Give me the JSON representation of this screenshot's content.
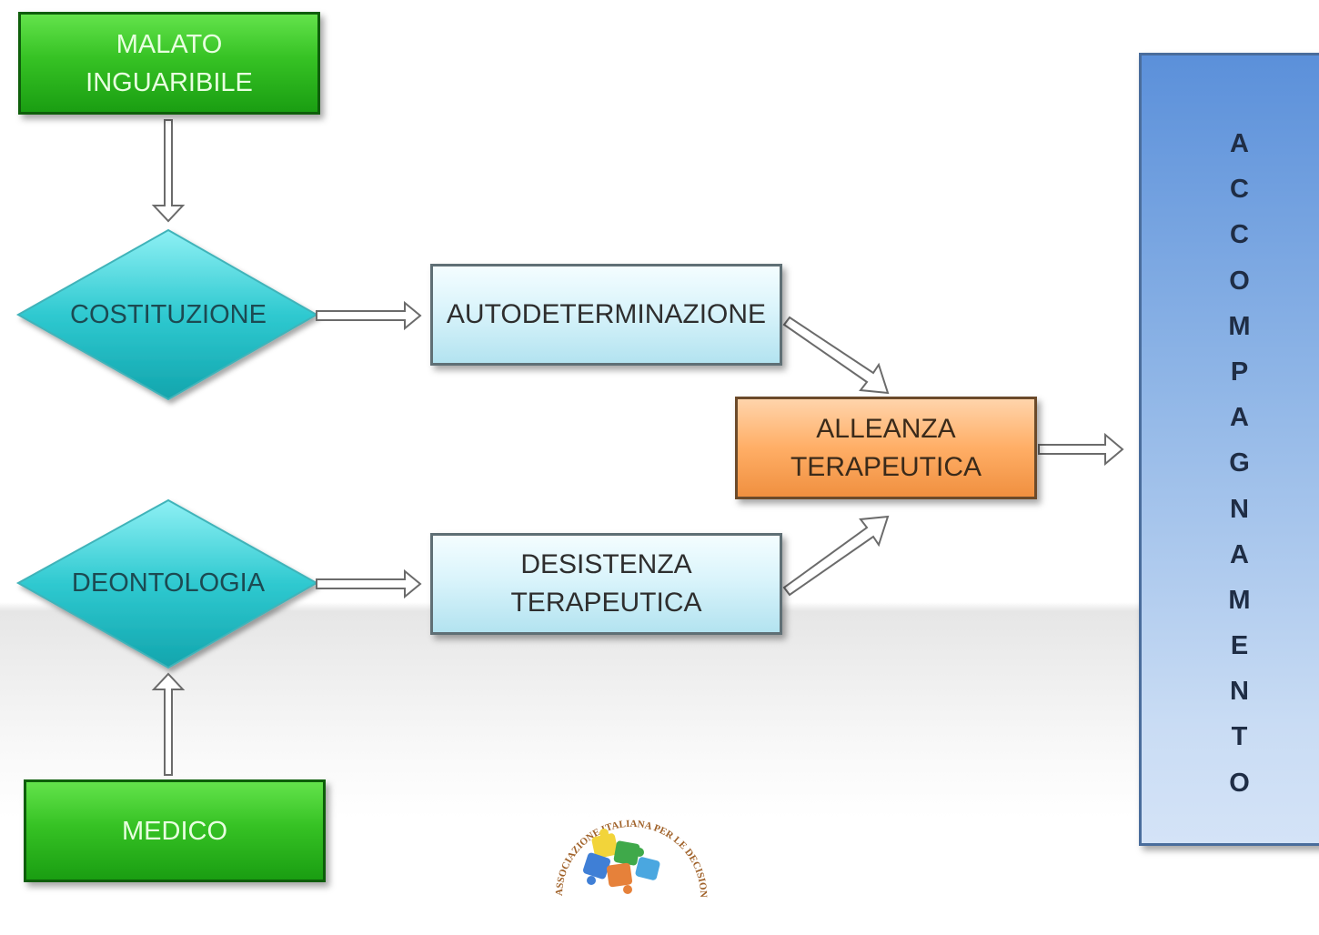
{
  "nodes": {
    "malato": "MALATO\nINGUARIBILE",
    "costituzione": "COSTITUZIONE",
    "autodeterminazione": "AUTODETERMINAZIONE",
    "alleanza": "ALLEANZA\nTERAPEUTICA",
    "deontologia": "DEONTOLOGIA",
    "desistenza": "DESISTENZA\nTERAPEUTICA",
    "medico": "MEDICO",
    "accompagnamento": [
      "A",
      "C",
      "C",
      "O",
      "M",
      "P",
      "A",
      "G",
      "N",
      "A",
      "M",
      "E",
      "N",
      "T",
      "O"
    ]
  },
  "logo": {
    "text": "ASSOCIAZIONE ITALIANA PER LE DECISIONI DI FINE VITA"
  },
  "colors": {
    "green": "#36c224",
    "cyan": "#2ec6cc",
    "light_blue": "#daf4fb",
    "orange": "#ffae66",
    "blue_panel": "#8db4e6"
  }
}
